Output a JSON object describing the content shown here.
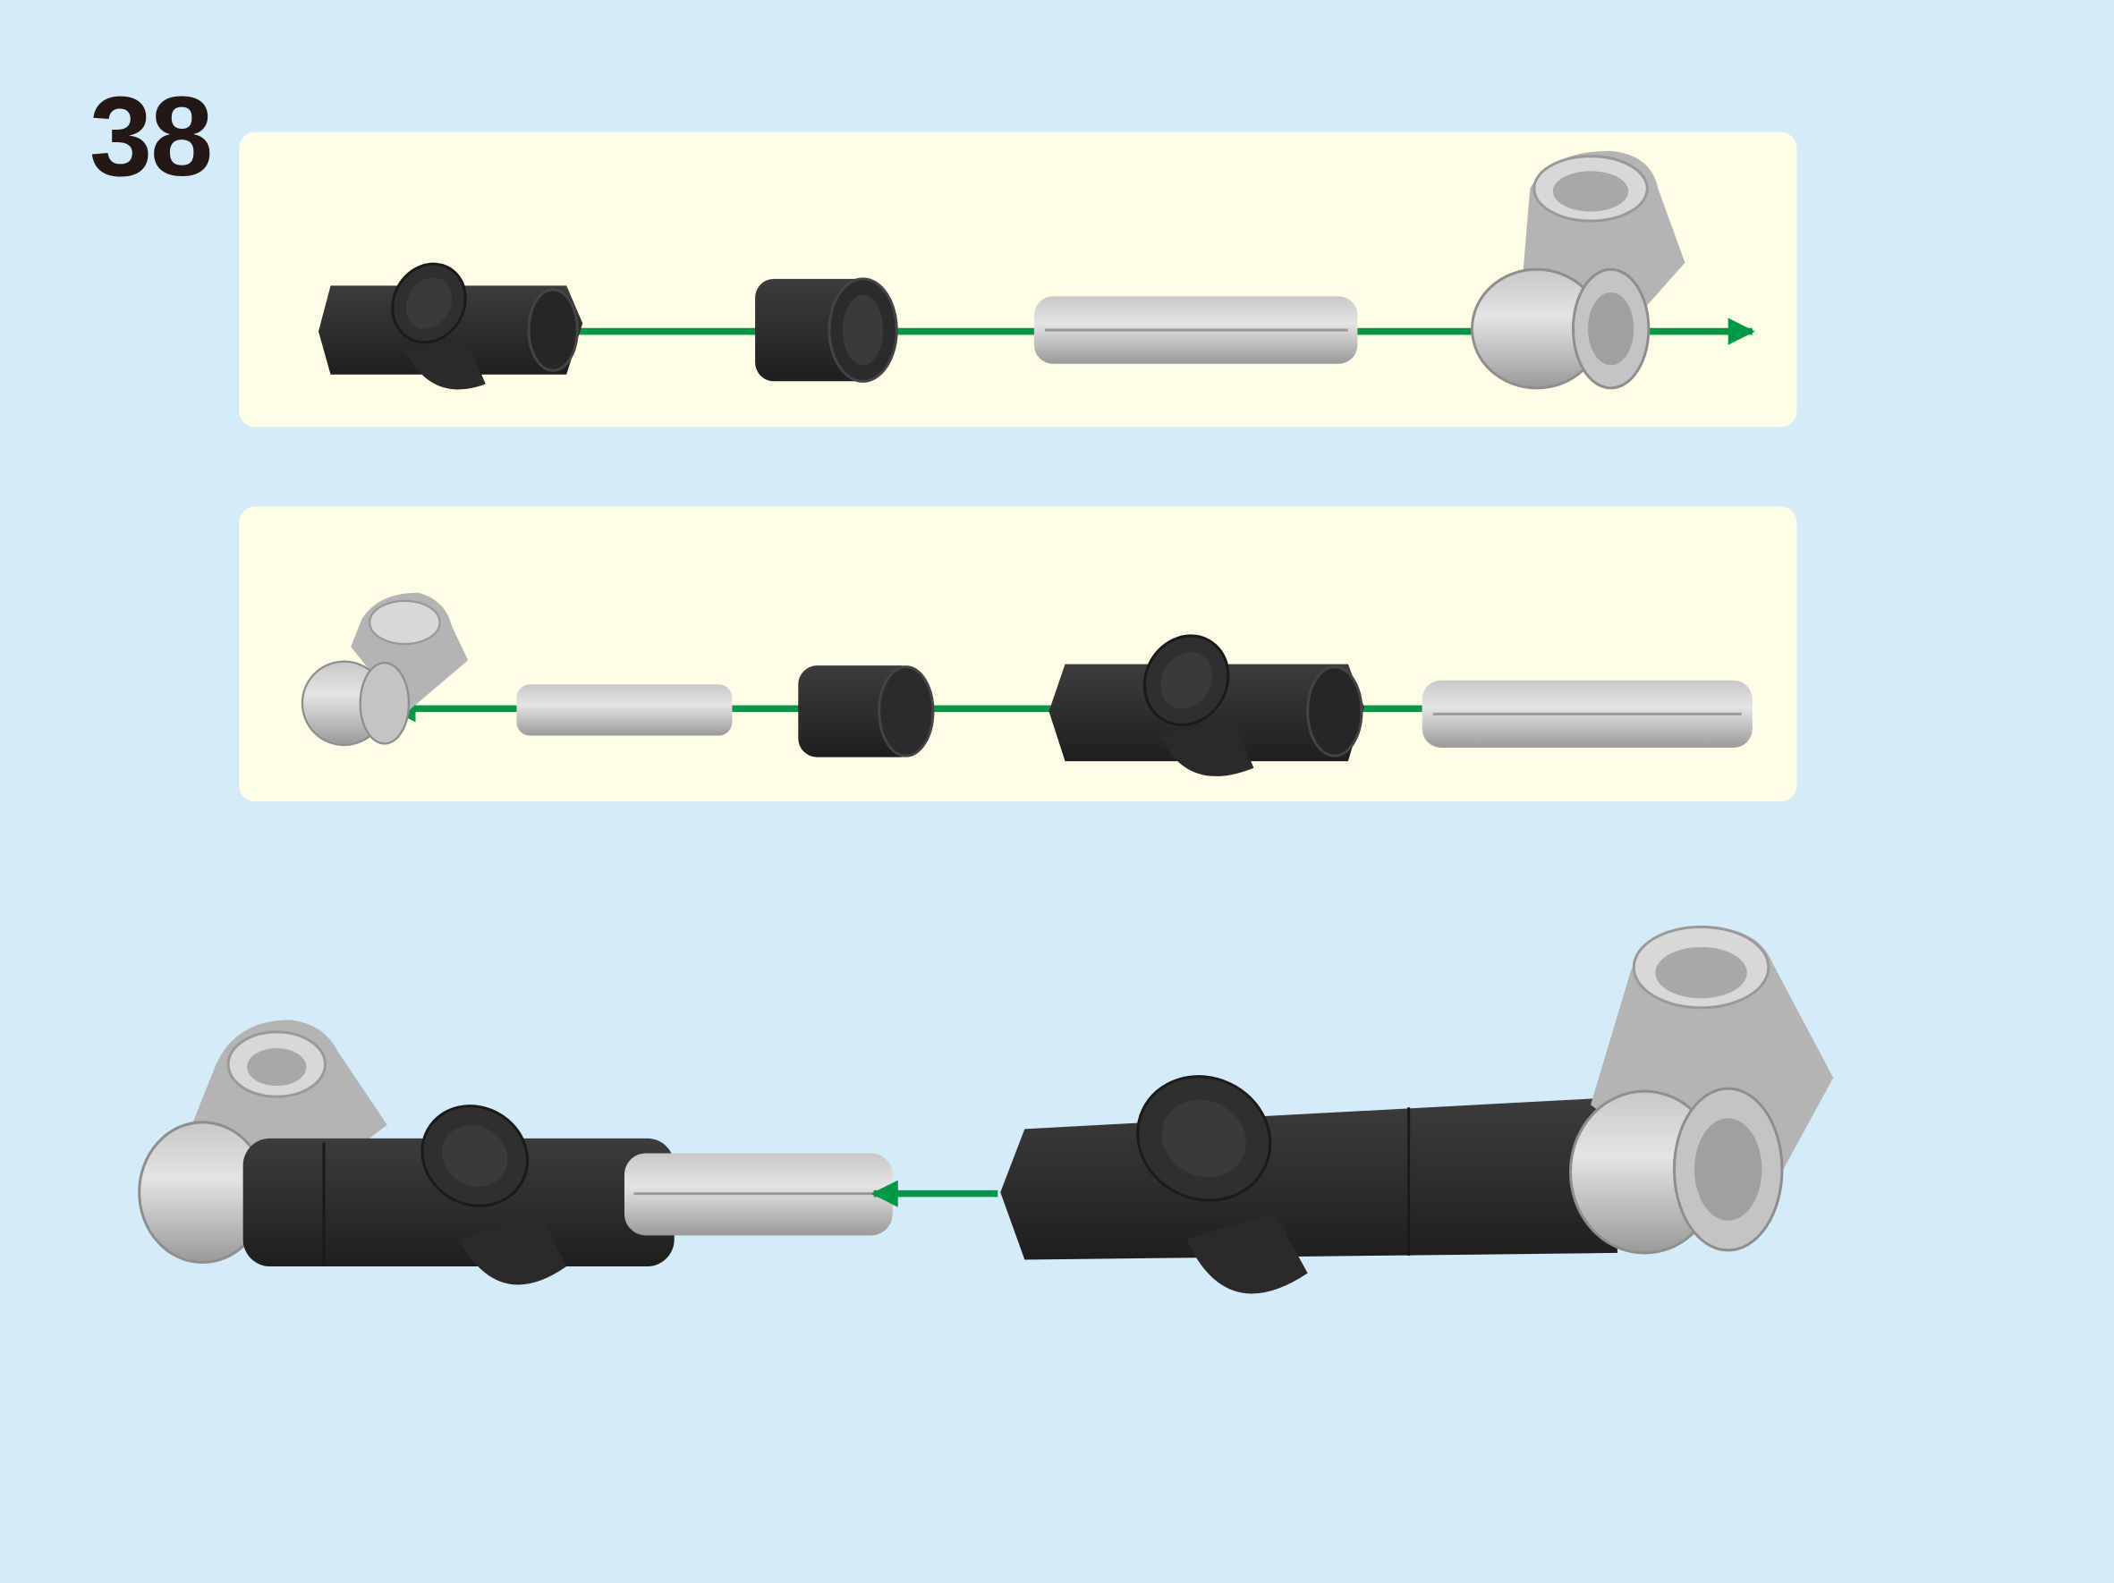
{
  "step_number": "38",
  "colors": {
    "background": "#d4ecf9",
    "callout_panel": "#fefde6",
    "arrow": "#009a44",
    "dark_part": "#333333",
    "light_part": "#b4b4b4"
  },
  "subassemblies": [
    {
      "parts": [
        "pin-connector-dark",
        "bush-dark",
        "axle-light-gray",
        "axle-pin-connector-light-gray"
      ],
      "arrow_direction": "right"
    },
    {
      "parts": [
        "axle-pin-connector-light-gray",
        "axle-light-gray-short",
        "bush-dark",
        "pin-connector-dark",
        "axle-light-gray"
      ],
      "arrow_direction": "left"
    }
  ],
  "main_assembly": {
    "arrow_direction": "left"
  }
}
